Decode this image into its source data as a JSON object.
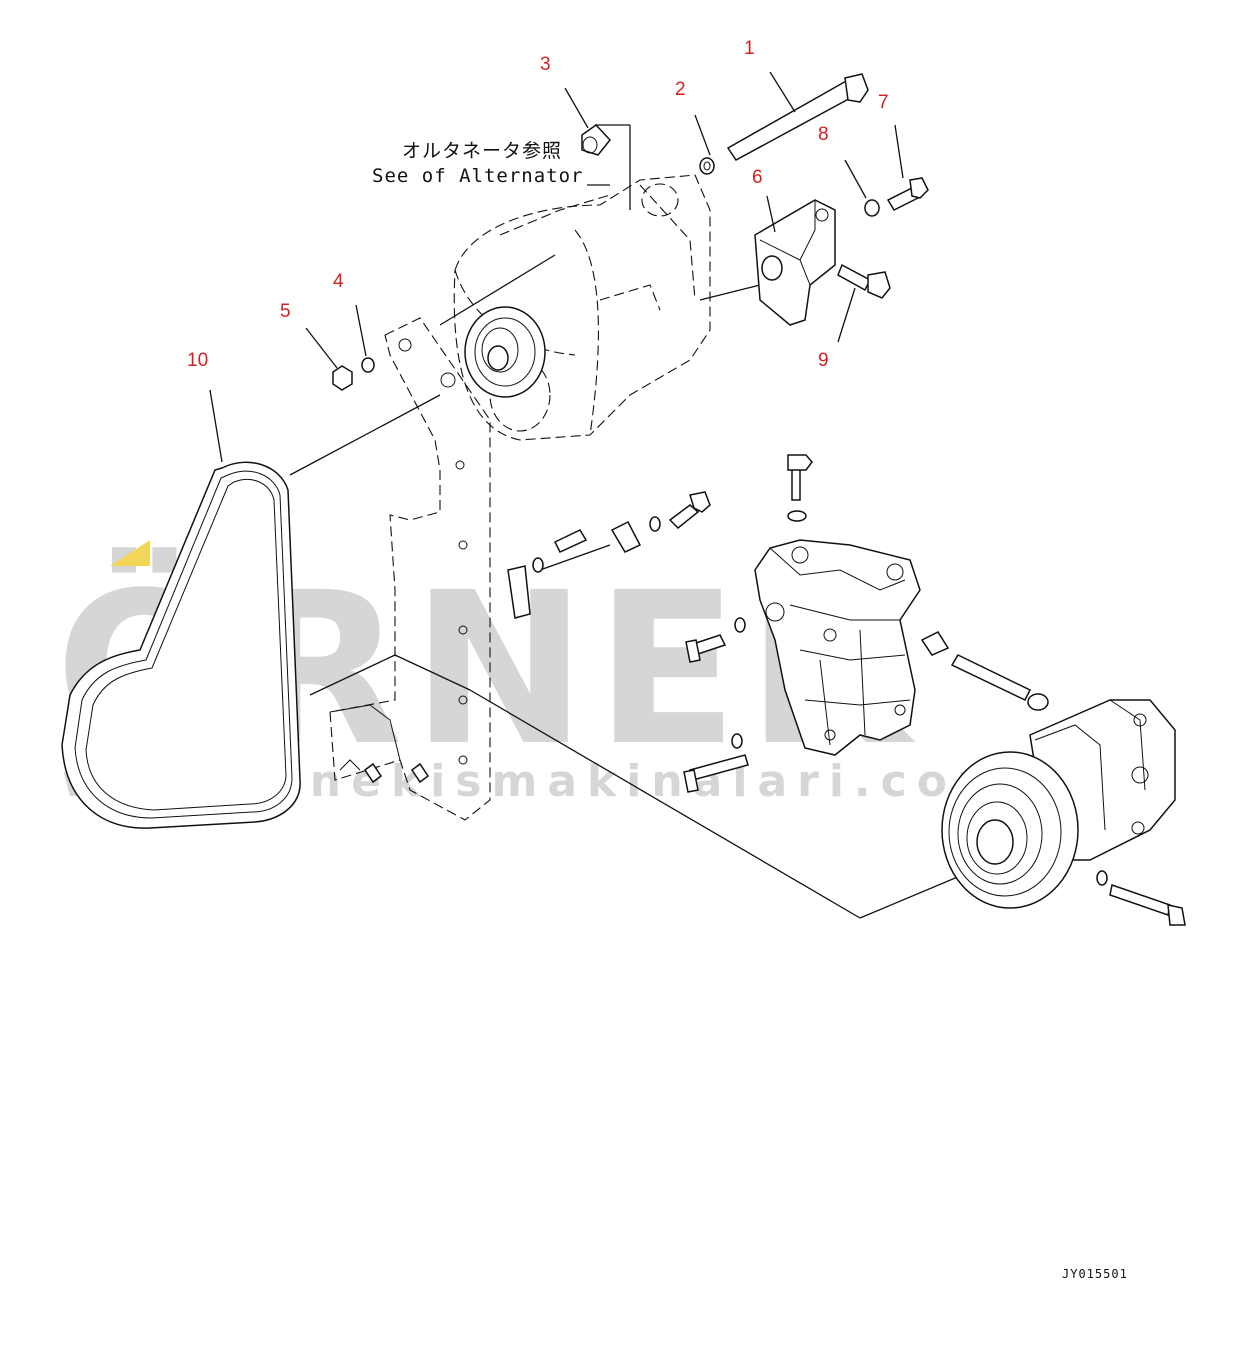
{
  "reference": {
    "jp": "オルタネータ参照",
    "en": "See of Alternator"
  },
  "callouts": [
    "1",
    "2",
    "3",
    "4",
    "5",
    "6",
    "7",
    "8",
    "9",
    "10"
  ],
  "drawing_id": "JY015501",
  "watermark": {
    "brand": "ÖRNEK",
    "url": "www.ornekismakinalari.com.tr",
    "color": "#d0d0d0",
    "accent": "#f2cf3a"
  },
  "colors": {
    "callout": "#d42020",
    "line": "#111111"
  }
}
